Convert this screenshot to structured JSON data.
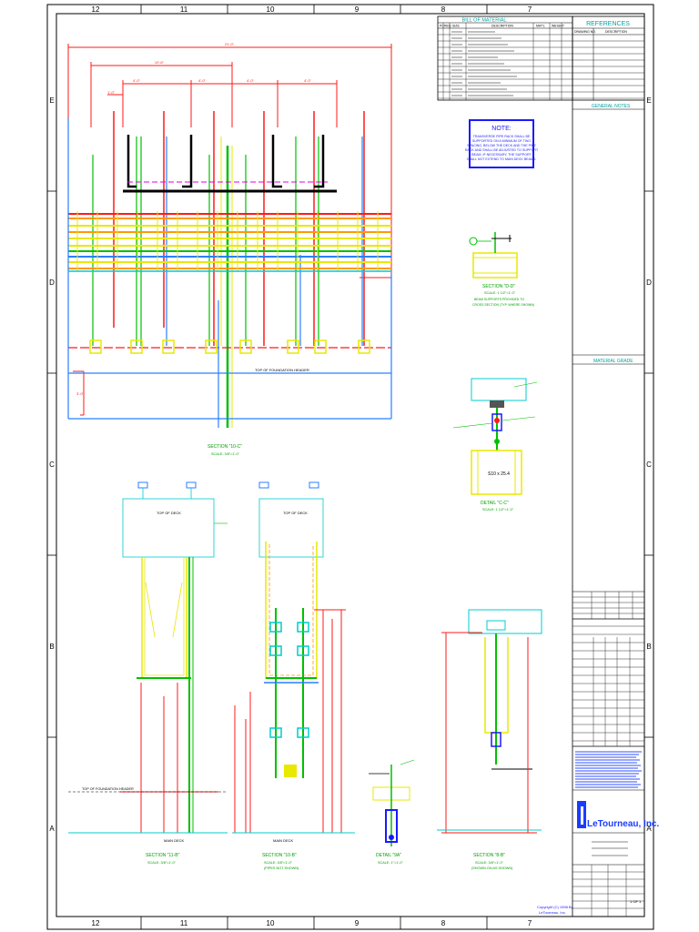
{
  "zones": {
    "top": [
      "12",
      "11",
      "10",
      "9",
      "8",
      "7"
    ],
    "bottom": [
      "12",
      "11",
      "10",
      "9",
      "8",
      "7"
    ],
    "left": [
      "E",
      "D",
      "C",
      "B",
      "A"
    ],
    "right": [
      "E",
      "D",
      "C",
      "B",
      "A"
    ]
  },
  "bill_of_material": {
    "title": "BILL OF MATERIAL",
    "headers": [
      "PC",
      "REQ",
      "SIZE",
      "DESCRIPTION",
      "MAT'L",
      "WEIGHT"
    ]
  },
  "references": {
    "title": "REFERENCES",
    "headers": [
      "DRAWING NO.",
      "DESCRIPTION"
    ]
  },
  "general_notes_title": "GENERAL NOTES",
  "material_grade_title": "MATERIAL GRADE",
  "note_box": {
    "title": "NOTE:",
    "lines": [
      "TRANSVERSE PIPE RACK SHALL BE",
      "SUPPORTED ON A MINIMUM OF TWO",
      "SPACING, BELOW THE DECK AND THE PIPE",
      "RACK AND SHALL BE ADJUSTED TO SUPPORT",
      "BEAM. IF NECESSARY, THE SUPPORT",
      "SHALL NOT EXTEND TO MAIN DECK BEAMS."
    ]
  },
  "labels": {
    "section_main": "SECTION \"10-C\"",
    "section_main_scale": "SCALE: 3/8\"=1'-0\"",
    "section_d": "SECTION \"D-D\"",
    "section_d_scale": "SCALE: 1 1/2\"=1'-0\"",
    "section_d_note1": "BEAM SUPPORTS PROVIDED TO",
    "section_d_note2": "CROSS SECTION (TYP. WHERE SHOWN)",
    "detail_c": "DETAIL \"C-C\"",
    "detail_c_scale": "SCALE: 1 1/2\"=1'-0\"",
    "section_11b": "SECTION \"11-B\"",
    "section_11b_scale": "SCALE: 3/8\"=1'-0\"",
    "section_10b": "SECTION \"10-B\"",
    "section_10b_scale": "SCALE: 3/8\"=1'-0\"",
    "section_10b_sub": "(PIPES NOT SHOWN)",
    "detail_9a": "DETAIL \"9A\"",
    "detail_9a_scale": "SCALE: 1\"=1'-0\"",
    "section_8b": "SECTION \"8-B\"",
    "section_8b_scale": "SCALE: 3/8\"=1'-0\"",
    "section_8b_sub": "(SHOWN ON AS SHOWN)",
    "main_deck": "MAIN DECK",
    "top_of_deck": "TOP OF DECK",
    "top_foundation": "TOP OF FOUNDATION HEADER",
    "top_foundation_2": "TOP OF FOUNDATION HEADER",
    "company": "LeTourneau, Inc.",
    "copyright1": "Copyright (C) 1998 By",
    "copyright2": "LeTourneau, Inc.",
    "sheet_no": "1 OF 1"
  },
  "colors": {
    "red": "#ff1a1a",
    "yellow": "#e8e800",
    "green": "#00c000",
    "cyan": "#00cccc",
    "blue": "#2a7fff",
    "orange": "#ff9900",
    "magenta": "#e000e0",
    "navy": "#1a1aff",
    "frame": "#000000"
  }
}
